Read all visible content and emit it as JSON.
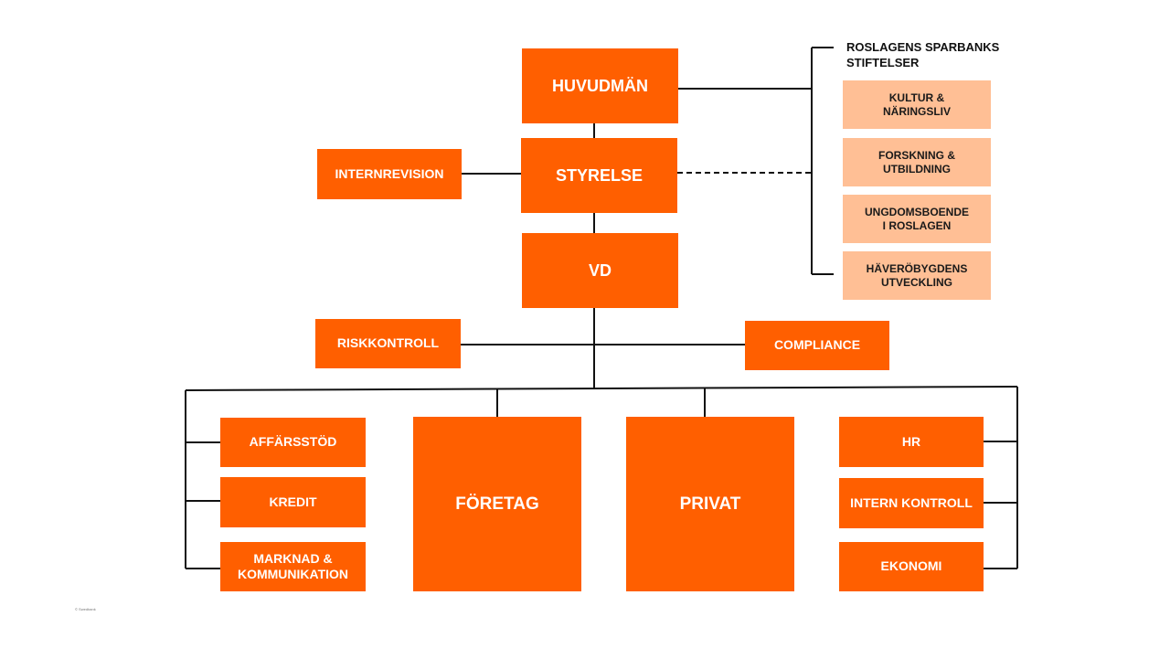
{
  "colors": {
    "primary": "#ff5f00",
    "secondary": "#ffbf95",
    "line": "#111111"
  },
  "nodes": {
    "huvudman": "HUVUDMÄN",
    "styrelse": "STYRELSE",
    "internrevision": "INTERNREVISION",
    "vd": "VD",
    "riskkontroll": "RISKKONTROLL",
    "compliance": "COMPLIANCE",
    "affarsstod": "AFFÄRSSTÖD",
    "kredit": "KREDIT",
    "marknad": "MARKNAD &\nKOMMUNIKATION",
    "foretag": "FÖRETAG",
    "privat": "PRIVAT",
    "hr": "HR",
    "intern_kontroll": "INTERN KONTROLL",
    "ekonomi": "EKONOMI"
  },
  "foundations": {
    "heading": "ROSLAGENS SPARBANKS\nSTIFTELSER",
    "items": [
      "KULTUR &\nNÄRINGSLIV",
      "FORSKNING &\nUTBILDNING",
      "UNGDOMSBOENDE\nI ROSLAGEN",
      "HÄVERÖBYGDENS\nUTVECKLING"
    ]
  },
  "footer": {
    "copyright": "© Swedbank"
  }
}
